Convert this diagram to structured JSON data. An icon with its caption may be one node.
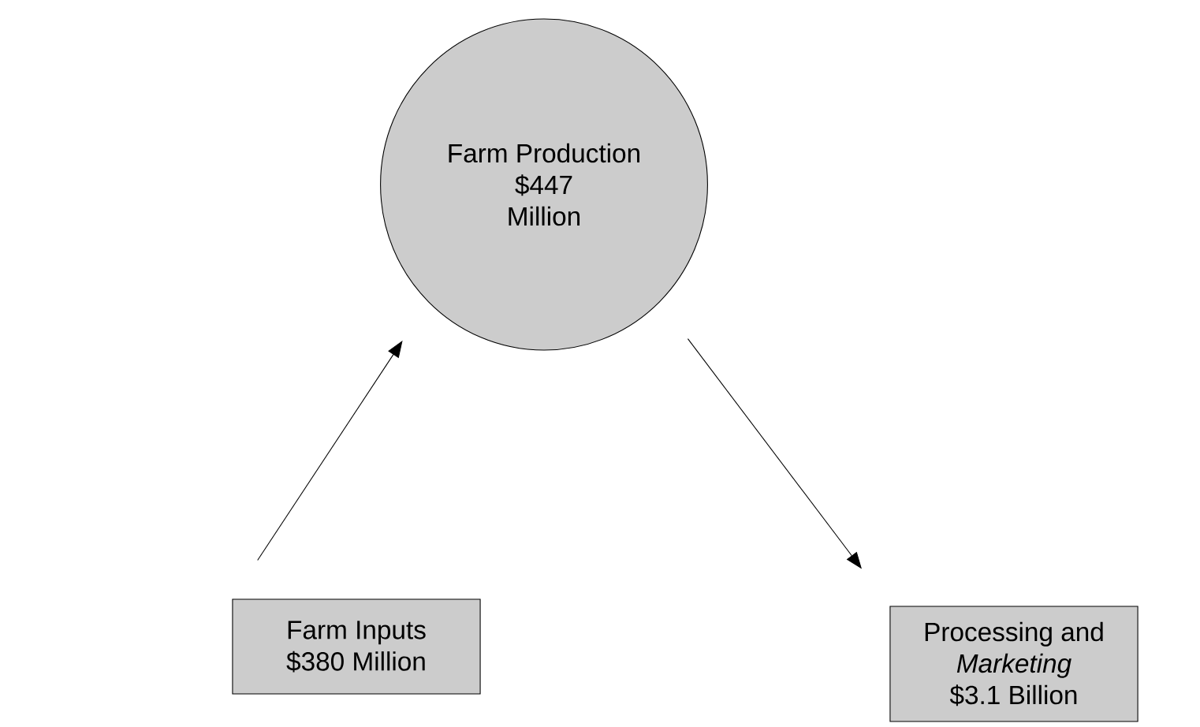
{
  "diagram": {
    "nodes": [
      {
        "text": [
          "Farm Production $447 Million"
        ]
      },
      {
        "text": [
          "Farm Inputs $380 Million"
        ]
      },
      {
        "text": [
          "Processing and *Marketing* $3.1 Billion"
        ]
      }
    ],
    "edges": [
      {
        "from": 1,
        "to": 0,
        "arrow": "to"
      },
      {
        "from": 0,
        "to": 2,
        "arrow": "to"
      }
    ]
  }
}
